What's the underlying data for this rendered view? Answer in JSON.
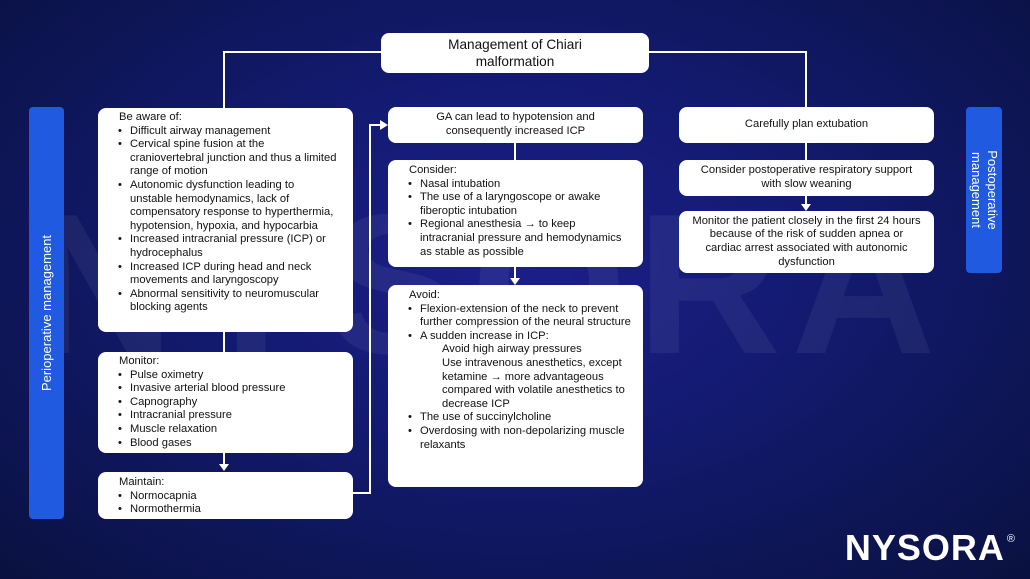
{
  "watermark": "NYSORA",
  "title": "Management of Chiari malformation",
  "left_label": "Perioperative management",
  "right_label": "Postoperative management",
  "be_aware": {
    "heading": "Be aware of:",
    "items": [
      "Difficult airway management",
      "Cervical spine fusion at the craniovertebral junction and thus a limited range of motion",
      "Autonomic dysfunction leading to unstable hemodynamics, lack of compensatory response to hyperthermia, hypotension, hypoxia, and hypocarbia",
      "Increased intracranial pressure (ICP) or hydrocephalus",
      "Increased ICP during head and neck movements and laryngoscopy",
      "Abnormal sensitivity to neuromuscular blocking agents"
    ]
  },
  "monitor": {
    "heading": "Monitor:",
    "items": [
      "Pulse oximetry",
      "Invasive arterial blood pressure",
      "Capnography",
      "Intracranial pressure",
      "Muscle relaxation",
      "Blood gases"
    ]
  },
  "maintain": {
    "heading": "Maintain:",
    "items": [
      "Normocapnia",
      "Normothermia"
    ]
  },
  "ga": "GA can lead to hypotension and consequently increased ICP",
  "consider": {
    "heading": "Consider:",
    "items": [
      "Nasal intubation",
      "The use of a laryngoscope or awake fiberoptic intubation",
      "Regional anesthesia → to keep intracranial pressure and hemodynamics as stable as possible"
    ]
  },
  "avoid": {
    "heading": "Avoid:",
    "items": [
      "Flexion-extension of the neck to prevent further compression of the neural structure",
      "A sudden increase in ICP:",
      "The use of succinylcholine",
      "Overdosing with non-depolarizing muscle relaxants"
    ],
    "sub_items": [
      "Avoid high airway pressures",
      "Use intravenous anesthetics, except ketamine → more advantageous compared with volatile anesthetics to decrease ICP"
    ]
  },
  "extubation": "Carefully plan extubation",
  "respiratory": "Consider postoperative respiratory support with slow weaning",
  "monitor_post": "Monitor the patient closely in the first 24 hours because of the risk of sudden apnea or cardiac arrest associated with autonomic dysfunction",
  "logo": {
    "text": "NYSORA",
    "mark": "®"
  }
}
